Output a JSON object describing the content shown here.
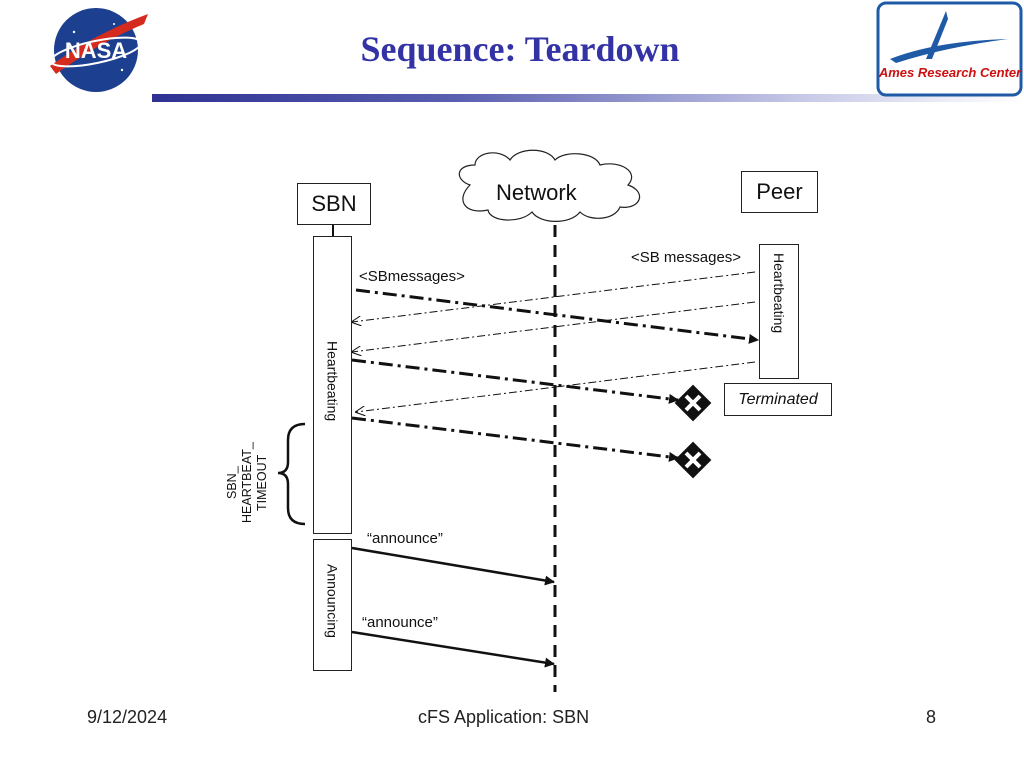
{
  "header": {
    "title": "Sequence: Teardown",
    "nasa_logo_text": "NASA",
    "ames_logo_text": "Ames Research Center"
  },
  "diagram": {
    "sbn_label": "SBN",
    "network_label": "Network",
    "peer_label": "Peer",
    "sbn_heartbeating": "Heartbeating",
    "peer_heartbeating": "Heartbeating",
    "announcing": "Announcing",
    "sb_messages_left": "<SBmessages>",
    "sb_messages_right": "<SB messages>",
    "terminated": "Terminated",
    "timeout_label": "SBN_ HEARTBEAT_ TIMEOUT",
    "timeout_lines": [
      "SBN_",
      "HEARTBEAT_",
      "TIMEOUT"
    ],
    "announce_1": "“announce”",
    "announce_2": "“announce”"
  },
  "footer": {
    "date": "9/12/2024",
    "center": "cFS Application: SBN",
    "page": "8"
  },
  "colors": {
    "title": "#3333a6",
    "rule": "#2e3192",
    "ames_border": "#1f5aa6",
    "ames_text": "#cc1111"
  }
}
